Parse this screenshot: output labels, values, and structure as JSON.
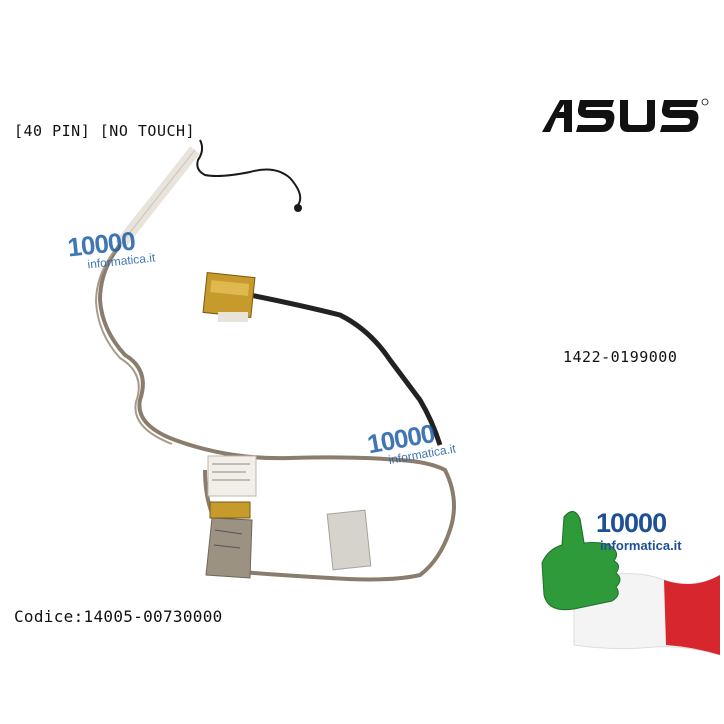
{
  "product": {
    "spec_label": "[40 PIN] [NO TOUCH]",
    "part_number": "1422-0199000",
    "code_label": "Codice:14005-00730000"
  },
  "brand": {
    "logo_text": "ASUS"
  },
  "watermark": {
    "number": "10000",
    "domain": "informatica.it"
  },
  "colors": {
    "brand_blue": "#1f5fa8",
    "italy_green": "#2f9a3a",
    "italy_red": "#d8262e",
    "cable": "#8a7d6e"
  }
}
